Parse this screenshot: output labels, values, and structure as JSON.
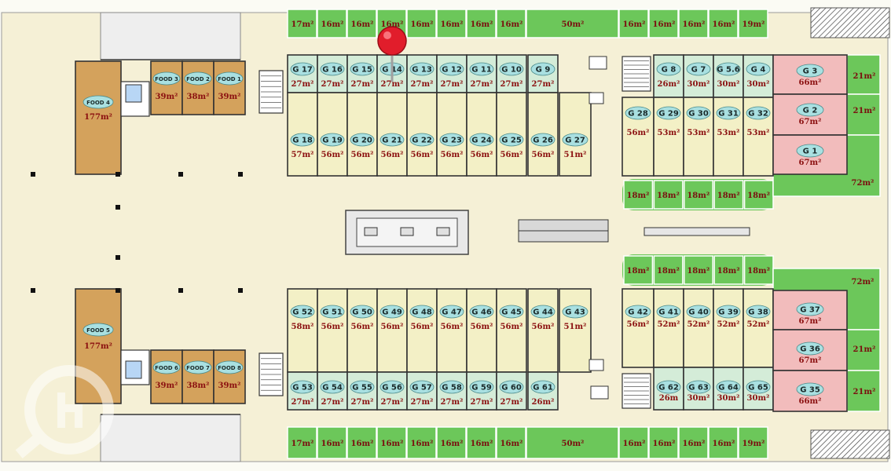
{
  "top_row": [
    {
      "id": "G 17",
      "area": "27m²"
    },
    {
      "id": "G 16",
      "area": "27m²"
    },
    {
      "id": "G 15",
      "area": "27m²"
    },
    {
      "id": "G 14",
      "area": "27m²"
    },
    {
      "id": "G 13",
      "area": "27m²"
    },
    {
      "id": "G 12",
      "area": "27m²"
    },
    {
      "id": "G 11",
      "area": "27m²"
    },
    {
      "id": "G 10",
      "area": "27m²"
    },
    {
      "id": "G 9",
      "area": "27m²"
    }
  ],
  "upper_mid_row": [
    {
      "id": "G 18",
      "area": "57m²"
    },
    {
      "id": "G 19",
      "area": "56m²"
    },
    {
      "id": "G 20",
      "area": "56m²"
    },
    {
      "id": "G 21",
      "area": "56m²"
    },
    {
      "id": "G 22",
      "area": "56m²"
    },
    {
      "id": "G 23",
      "area": "56m²"
    },
    {
      "id": "G 24",
      "area": "56m²"
    },
    {
      "id": "G 25",
      "area": "56m²"
    },
    {
      "id": "G 26",
      "area": "56m²"
    },
    {
      "id": "G 27",
      "area": "51m²"
    }
  ],
  "upper_east_top": [
    {
      "id": "G 8",
      "area": "26m²"
    },
    {
      "id": "G 7",
      "area": "30m²"
    },
    {
      "id": "G 5.6",
      "area": "30m²"
    },
    {
      "id": "G 4",
      "area": "30m²"
    }
  ],
  "upper_east_mid": [
    {
      "id": "G 28",
      "area": "56m²"
    },
    {
      "id": "G 29",
      "area": "53m²"
    },
    {
      "id": "G 30",
      "area": "53m²"
    },
    {
      "id": "G 31",
      "area": "53m²"
    },
    {
      "id": "G 32",
      "area": "53m²"
    }
  ],
  "upper_pink": [
    {
      "id": "G 3",
      "area": "66m²"
    },
    {
      "id": "G 2",
      "area": "67m²"
    },
    {
      "id": "G 1",
      "area": "67m²"
    }
  ],
  "lower_mid_row": [
    {
      "id": "G 52",
      "area": "58m²"
    },
    {
      "id": "G 51",
      "area": "56m²"
    },
    {
      "id": "G 50",
      "area": "56m²"
    },
    {
      "id": "G 49",
      "area": "56m²"
    },
    {
      "id": "G 48",
      "area": "56m²"
    },
    {
      "id": "G 47",
      "area": "56m²"
    },
    {
      "id": "G 46",
      "area": "56m²"
    },
    {
      "id": "G 45",
      "area": "56m²"
    },
    {
      "id": "G 44",
      "area": "56m²"
    },
    {
      "id": "G 43",
      "area": "51m²"
    }
  ],
  "lower_east_mid": [
    {
      "id": "G 42",
      "area": "56m²"
    },
    {
      "id": "G 41",
      "area": "52m²"
    },
    {
      "id": "G 40",
      "area": "52m²"
    },
    {
      "id": "G 39",
      "area": "52m²"
    },
    {
      "id": "G 38",
      "area": "52m²"
    }
  ],
  "bottom_row": [
    {
      "id": "G 53",
      "area": "27m²"
    },
    {
      "id": "G 54",
      "area": "27m²"
    },
    {
      "id": "G 55",
      "area": "27m²"
    },
    {
      "id": "G 56",
      "area": "27m²"
    },
    {
      "id": "G 57",
      "area": "27m²"
    },
    {
      "id": "G 58",
      "area": "27m²"
    },
    {
      "id": "G 59",
      "area": "27m²"
    },
    {
      "id": "G 60",
      "area": "27m²"
    },
    {
      "id": "G 61",
      "area": "26m²"
    }
  ],
  "lower_east_bottom": [
    {
      "id": "G 62",
      "area": "26m"
    },
    {
      "id": "G 63",
      "area": "30m²"
    },
    {
      "id": "G 64",
      "area": "30m²"
    },
    {
      "id": "G 65",
      "area": "30m²"
    }
  ],
  "lower_pink": [
    {
      "id": "G 37",
      "area": "67m²"
    },
    {
      "id": "G 36",
      "area": "67m²"
    },
    {
      "id": "G 35",
      "area": "66m²"
    }
  ],
  "food_upper": [
    {
      "id": "FOOD 3",
      "area": "39m²"
    },
    {
      "id": "FOOD 2",
      "area": "38m²"
    },
    {
      "id": "FOOD 1",
      "area": "39m²"
    }
  ],
  "food_lower": [
    {
      "id": "FOOD 6",
      "area": "39m²"
    },
    {
      "id": "FOOD 7",
      "area": "38m²"
    },
    {
      "id": "FOOD 8",
      "area": "39m²"
    }
  ],
  "food_big": [
    {
      "id": "FOOD 4",
      "area": "177m²"
    },
    {
      "id": "FOOD 5",
      "area": "177m²"
    }
  ],
  "green_top": [
    "17m²",
    "16m²",
    "16m²",
    "16m²",
    "16m²",
    "16m²",
    "16m²",
    "16m²",
    "50m²",
    "16m²",
    "16m²",
    "16m²",
    "16m²",
    "19m²"
  ],
  "green_bottom": [
    "17m²",
    "16m²",
    "16m²",
    "16m²",
    "16m²",
    "16m²",
    "16m²",
    "16m²",
    "50m²",
    "16m²",
    "16m²",
    "16m²",
    "16m²",
    "19m²"
  ],
  "green_upper_patio": [
    "18m²",
    "18m²",
    "18m²",
    "18m²",
    "18m²"
  ],
  "green_lower_patio": [
    "18m²",
    "18m²",
    "18m²",
    "18m²",
    "18m²"
  ],
  "green_upper_side": [
    "21m²",
    "21m²",
    "72m²"
  ],
  "green_lower_side": [
    "72m²",
    "21m²",
    "21m²"
  ],
  "colors": {
    "floor": "#f5f0d6",
    "unit_mid": "#f3f0c6",
    "unit_small": "#d4ecd8",
    "badge": "#a9e0e1",
    "food": "#d4a25c",
    "pink": "#f2bcbc",
    "green": "#6cc75a",
    "wall": "#333333",
    "pin": "#e11d2b"
  },
  "icons": [
    "map-pin-icon",
    "watermark-logo-icon"
  ]
}
